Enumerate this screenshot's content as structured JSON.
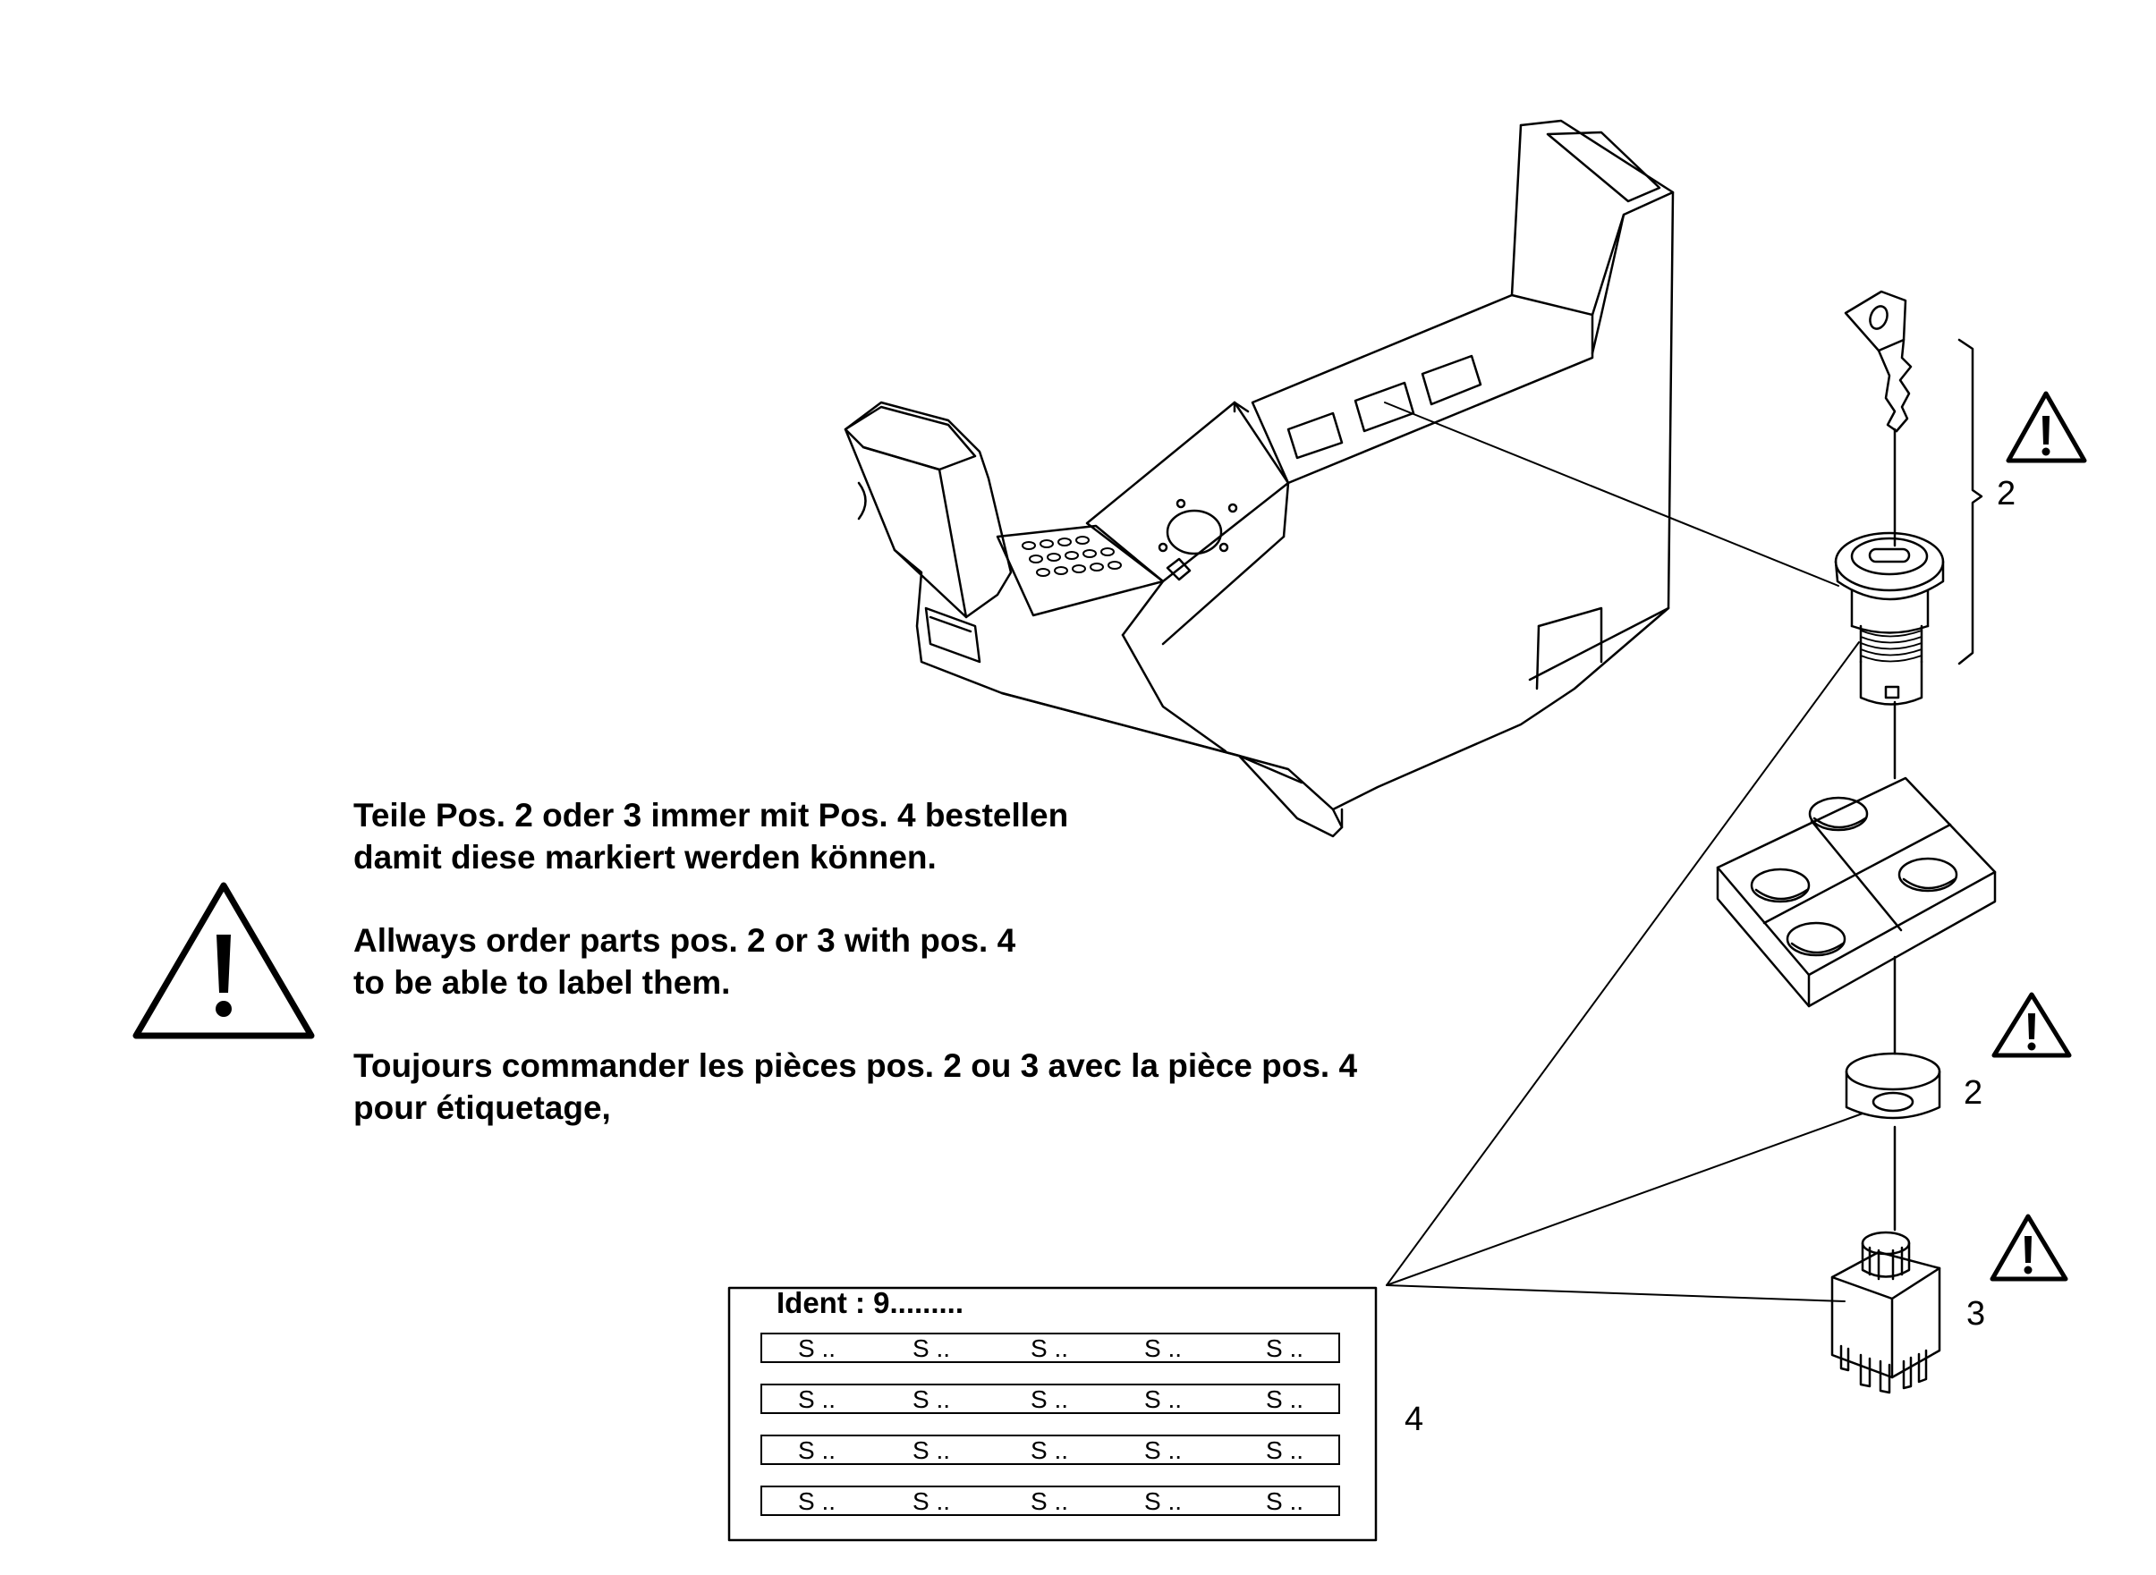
{
  "notes": {
    "de": [
      "Teile Pos. 2 oder 3 immer mit Pos. 4 bestellen",
      "damit diese markiert werden können."
    ],
    "en": [
      "Allways order parts pos. 2 or 3 with pos. 4",
      "to be able to label them."
    ],
    "fr": [
      "Toujours commander les pièces pos. 2 ou 3 avec la pièce pos. 4",
      "pour étiquetage,"
    ]
  },
  "callouts": {
    "key_lock": "2",
    "cap": "2",
    "switch": "3",
    "label_sheet": "4"
  },
  "label_sheet": {
    "title": "Ident : 9.........",
    "rows": [
      [
        "S ..",
        "S ..",
        "S ..",
        "S ..",
        "S .."
      ],
      [
        "S ..",
        "S ..",
        "S ..",
        "S ..",
        "S .."
      ],
      [
        "S ..",
        "S ..",
        "S ..",
        "S ..",
        "S .."
      ],
      [
        "S ..",
        "S ..",
        "S ..",
        "S ..",
        "S .."
      ]
    ]
  },
  "icons": {
    "warning": "warning-triangle-icon",
    "key": "key-icon"
  },
  "colors": {
    "line": "#000000",
    "background": "#ffffff"
  }
}
